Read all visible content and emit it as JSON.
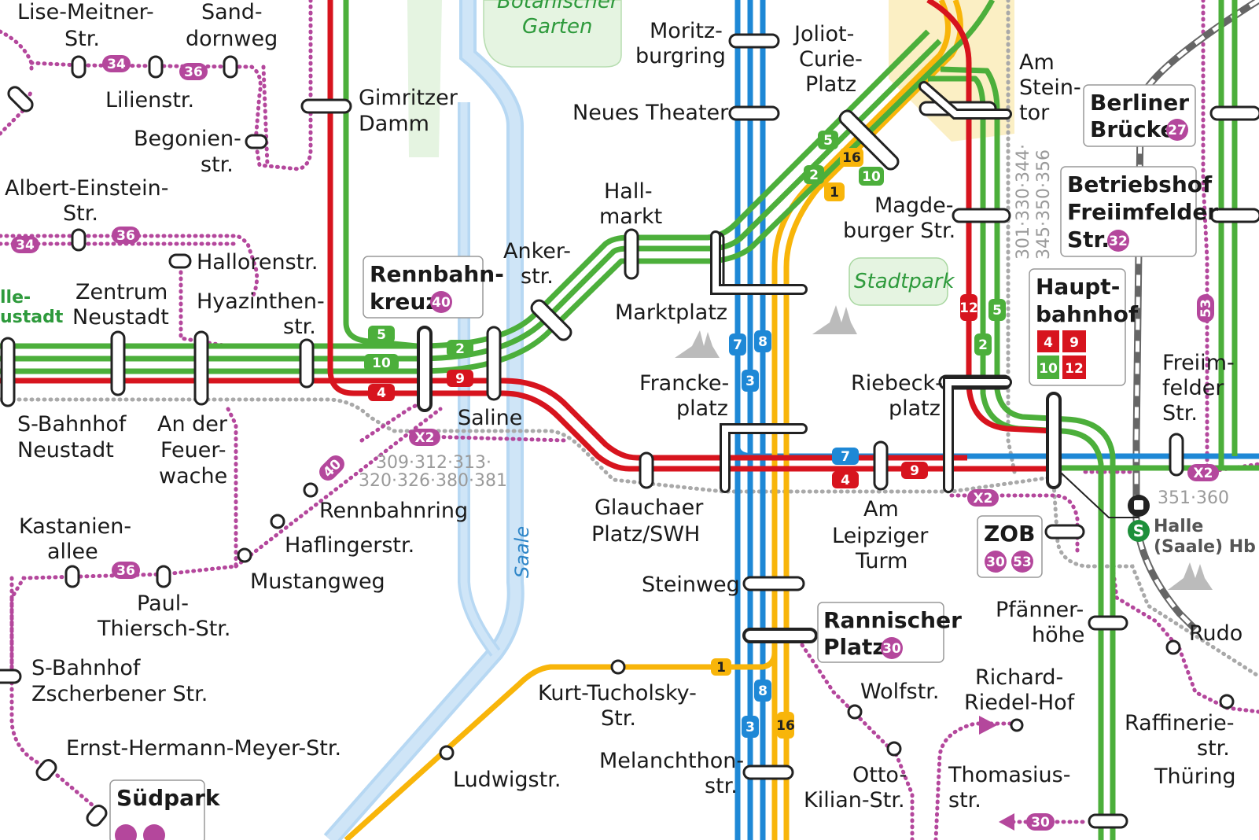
{
  "colors": {
    "red": "#d7141e",
    "green": "#4caf3b",
    "blue": "#1e88d6",
    "yellow": "#f8b50a",
    "bus": "#b4479c",
    "regional_bus": "#a9a9a9",
    "river": "#b7d8f3",
    "park": "#e5f4e1",
    "center": "#fbefc4"
  },
  "stations": {
    "lise_meitner_1": "Lise-Meitner-",
    "lise_meitner_2": "Str.",
    "sanddornweg_1": "Sand-",
    "sanddornweg_2": "dornweg",
    "lilienstr": "Lilienstr.",
    "begonienstr_1": "Begonien-",
    "begonienstr_2": "str.",
    "albert_einstein_1": "Albert-Einstein-",
    "albert_einstein_2": "Str.",
    "hallorenstr": "Hallorenstr.",
    "zentrum_neustadt_1": "Zentrum",
    "zentrum_neustadt_2": "Neustadt",
    "halle_neustadt_1": "lle-",
    "halle_neustadt_2": "ustadt",
    "hyazinthenstr_1": "Hyazinthen-",
    "hyazinthenstr_2": "str.",
    "gimritzer_damm_1": "Gimritzer",
    "gimritzer_damm_2": "Damm",
    "rennbahnkreuz_1": "Rennbahn-",
    "rennbahnkreuz_2": "kreuz",
    "botanischer_garten_1": "Botanischer",
    "botanischer_garten_2": "Garten",
    "moritzburgring_1": "Moritz-",
    "moritzburgring_2": "burgring",
    "neues_theater": "Neues Theater",
    "joliot_curie_1": "Joliot-",
    "joliot_curie_2": "Curie-",
    "joliot_curie_3": "Platz",
    "am_steintor_1": "Am",
    "am_steintor_2": "Stein-",
    "am_steintor_3": "tor",
    "berliner_bruecke_1": "Berliner",
    "berliner_bruecke_2": "Brücke",
    "betriebshof_1": "Betriebshof",
    "betriebshof_2": "Freiimfelder",
    "betriebshof_3": "Str.",
    "hauptbahnhof_1": "Haupt-",
    "hauptbahnhof_2": "bahnhof",
    "hallmarkt_1": "Hall-",
    "hallmarkt_2": "markt",
    "ankerstr_1": "Anker-",
    "ankerstr_2": "str.",
    "marktplatz": "Marktplatz",
    "magdeburger_1": "Magde-",
    "magdeburger_2": "burger Str.",
    "stadtpark": "Stadtpark",
    "franckeplatz_1": "Francke-",
    "franckeplatz_2": "platz",
    "riebeckplatz_1": "Riebeck-",
    "riebeckplatz_2": "platz",
    "freiimfelder_1": "Freiim-",
    "freiimfelder_2": "felder",
    "freiimfelder_3": "Str.",
    "s_bahnhof_neustadt_1": "S-Bahnhof",
    "s_bahnhof_neustadt_2": "Neustadt",
    "feuerwache_1": "An der",
    "feuerwache_2": "Feuer-",
    "feuerwache_3": "wache",
    "saline": "Saline",
    "glauchaer_1": "Glauchaer",
    "glauchaer_2": "Platz/SWH",
    "am_leipziger_turm_1": "Am",
    "am_leipziger_turm_2": "Leipziger",
    "am_leipziger_turm_3": "Turm",
    "zob": "ZOB",
    "halle_hbf_1": "Halle",
    "halle_hbf_2": "(Saale) Hb",
    "kastanienallee_1": "Kastanien-",
    "kastanienallee_2": "allee",
    "rennbahnring": "Rennbahnring",
    "haflingerstr": "Haflingerstr.",
    "mustangweg": "Mustangweg",
    "paul_thiersch_1": "Paul-",
    "paul_thiersch_2": "Thiersch-Str.",
    "steinweg": "Steinweg",
    "rannischer_1": "Rannischer",
    "rannischer_2": "Platz",
    "pfaennerhoehe_1": "Pfänner-",
    "pfaennerhoehe_2": "höhe",
    "rudo": "Rudo",
    "s_bahnhof_zscherbener_1": "S-Bahnhof",
    "s_bahnhof_zscherbener_2": "Zscherbener Str.",
    "kurt_tucholsky_1": "Kurt-Tucholsky-",
    "kurt_tucholsky_2": "Str.",
    "wolfstr": "Wolfstr.",
    "richard_riedel_1": "Richard-",
    "richard_riedel_2": "Riedel-Hof",
    "raffinerie_1": "Raffinerie-",
    "raffinerie_2": "str.",
    "ernst_hermann_meyer": "Ernst-Hermann-Meyer-Str.",
    "melanchthon_1": "Melanchthon-",
    "melanchthon_2": "str.",
    "otto_kilian_1": "Otto-",
    "otto_kilian_2": "Kilian-Str.",
    "thomasiusstr_1": "Thomasius-",
    "thomasiusstr_2": "str.",
    "thuering": "Thüring",
    "ludwigstr": "Ludwigstr.",
    "suedpark": "Südpark",
    "saale_river": "Saale"
  },
  "badges": {
    "b34": "34",
    "b36": "36",
    "b40": "40",
    "b27": "27",
    "b32": "32",
    "b30": "30",
    "b53": "53",
    "x2": "X2",
    "hbf_4": "4",
    "hbf_9": "9",
    "hbf_10": "10",
    "hbf_12": "12"
  },
  "line_numbers": {
    "l1": "1",
    "l2": "2",
    "l3": "3",
    "l4": "4",
    "l5": "5",
    "l7": "7",
    "l8": "8",
    "l9": "9",
    "l10": "10",
    "l12": "12",
    "l16": "16"
  },
  "regional": {
    "west_1": "309·312·313·",
    "west_2": "320·326·380·381",
    "east_1": "301·330·344·",
    "east_2": "345·350·356",
    "hbf": "351·360"
  }
}
